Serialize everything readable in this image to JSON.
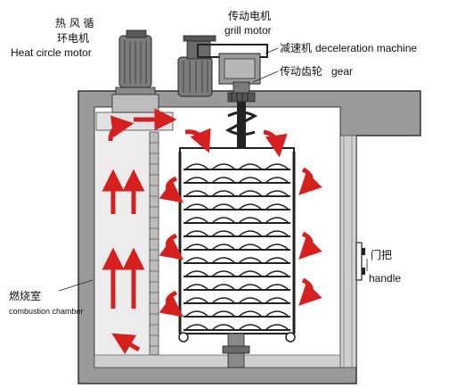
{
  "labels": {
    "heat_circle_motor_cn_1": "热 风 循",
    "heat_circle_motor_cn_2": "环电机",
    "heat_circle_motor_en": "Heat circle motor",
    "grill_motor_cn": "传动电机",
    "grill_motor_en": "grill motor",
    "deceleration_cn": "减速机",
    "deceleration_en": "deceleration machine",
    "gear_cn": "传动齿轮",
    "gear_en": "gear",
    "handle_cn": "门把",
    "handle_en": "handle",
    "combustion_cn": "燃烧室",
    "combustion_en": "combustion chamber"
  },
  "colors": {
    "arrow_red": "#d62020",
    "wall_gray": "#9a9a9a",
    "chamber_light": "#ececec",
    "motor_gray": "#7c7c7c",
    "line_dark": "#222222"
  },
  "icons": {
    "arrows": "red-airflow-arrow",
    "motors": "motor-icon",
    "trays": "grill-tray-icon"
  }
}
